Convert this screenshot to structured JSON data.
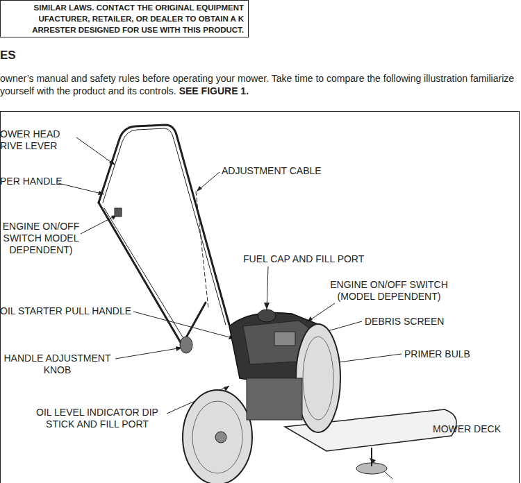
{
  "diagram": {
    "title": "ES",
    "nodes": [
      {
        "text": [
          "SIMILAR LAWS. CONTACT THE ORIGINAL EQUIPMENT UFACTURER, RETAILER, OR DEALER TO OBTAIN A K ARRESTER DESIGNED FOR USE WITH THIS PRODUCT."
        ]
      }
    ],
    "labels": [
      "owner’s manual and safety rules before operating your mower. Take time to compare the following illustration familiarize yourself with the product and its controls.",
      "SEE FIGURE 1.",
      "OWER HEAD RIVE LEVER",
      "PER HANDLE",
      "ADJUSTMENT CABLE",
      "ENGINE ON/OFF SWITCH MODEL DEPENDENT)",
      "FUEL CAP AND FILL PORT",
      "ENGINE ON/OFF SWITCH (MODEL DEPENDENT)",
      "OIL STARTER PULL HANDLE",
      "DEBRIS SCREEN",
      "HANDLE ADJUSTMENT KNOB",
      "PRIMER BULB",
      "OIL LEVEL INDICATOR DIP STICK AND FILL PORT",
      "MOWER DECK"
    ]
  }
}
